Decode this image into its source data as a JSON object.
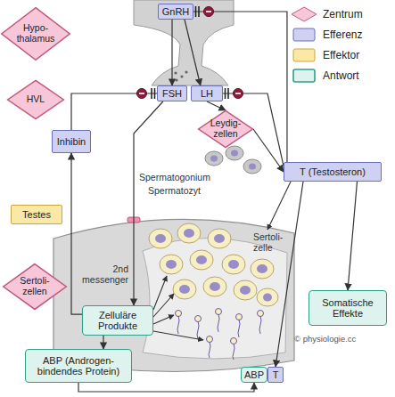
{
  "diagram": {
    "nodes": [
      {
        "text": [
          "Hypo- thalamus"
        ]
      },
      {
        "text": [
          "GnRH"
        ]
      },
      {
        "text": [
          "HVL"
        ]
      },
      {
        "text": [
          "FSH"
        ]
      },
      {
        "text": [
          "LH"
        ]
      },
      {
        "text": [
          "Inhibin"
        ]
      },
      {
        "text": [
          "Leydig- zellen"
        ]
      },
      {
        "text": [
          "T (Testosteron)"
        ]
      },
      {
        "text": [
          "Testes"
        ]
      },
      {
        "text": [
          "Sertoli- zellen"
        ]
      },
      {
        "text": [
          "Zelluläre Produkte"
        ]
      },
      {
        "text": [
          "ABP (Androgen-bindendes Protein)"
        ]
      },
      {
        "text": [
          "Somatische Effekte"
        ]
      },
      {
        "text": [
          "ABP"
        ]
      },
      {
        "text": [
          "T"
        ]
      }
    ],
    "edges": [
      {
        "from": 1,
        "to": 3,
        "arrow": "to"
      },
      {
        "from": 1,
        "to": 4,
        "arrow": "to"
      },
      {
        "from": 5,
        "to": 3,
        "arrow": "to"
      },
      {
        "from": 7,
        "to": 1,
        "arrow": "to"
      },
      {
        "from": 7,
        "to": 4,
        "arrow": "to"
      },
      {
        "from": 4,
        "to": 6,
        "arrow": "to"
      },
      {
        "from": 6,
        "to": 7,
        "arrow": "to"
      },
      {
        "from": 3,
        "to": 10,
        "arrow": "to"
      },
      {
        "from": 10,
        "to": 5,
        "arrow": "to"
      },
      {
        "from": 10,
        "to": 11,
        "arrow": "to"
      },
      {
        "from": 11,
        "to": 13,
        "arrow": "to"
      },
      {
        "from": 7,
        "to": 14,
        "arrow": "to"
      },
      {
        "from": 7,
        "to": 12,
        "arrow": "to"
      }
    ],
    "labels": [
      "Spermatogonium",
      "Spermatozyt",
      "2nd messenger",
      "Sertoli- zelle",
      "© physiologie.cc"
    ],
    "legend": [
      {
        "text": "Zentrum",
        "color": "#f7c7d9"
      },
      {
        "text": "Efferenz",
        "color": "#cfd1f3"
      },
      {
        "text": "Effektor",
        "color": "#fbe8a6"
      },
      {
        "text": "Antwort",
        "color": "#dff3ee"
      }
    ]
  }
}
